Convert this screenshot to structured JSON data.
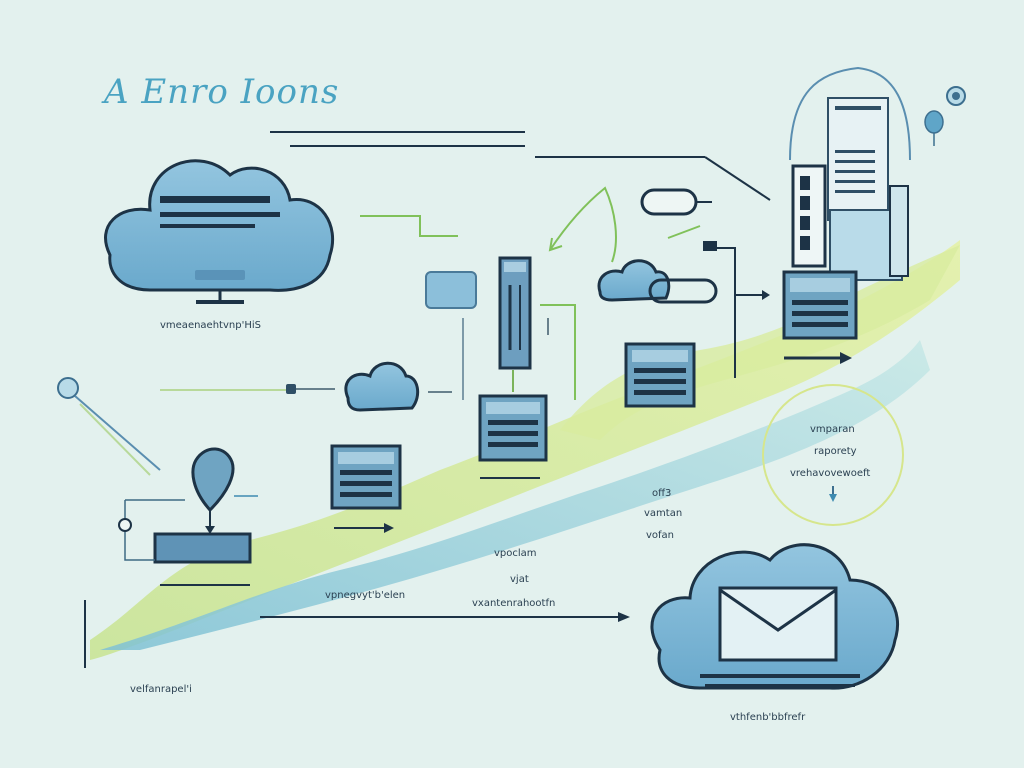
{
  "title": "A Enro Ioons",
  "labels": {
    "cloud_caption": "vmeaenaehtvnp'HiS",
    "bottom_left": "velfanrapel'i",
    "bottom_mid_1": "vpnegvyt'b'elen",
    "bottom_mid_2": "vxantenrahootfn",
    "mid_small_1": "vpoclam",
    "mid_small_2": "vjat",
    "right_1": "vmparan",
    "right_2": "raporety",
    "right_3": "vrehavovewoeft",
    "right_small_1": "off3",
    "right_small_2": "vamtan",
    "right_small_3": "vofan",
    "bottom_right": "vthfenb'bbfrefr"
  },
  "colors": {
    "background": "#e3f1ee",
    "cloud_fill": "#7cb6d4",
    "outline": "#1d3346",
    "green_wave": "#b9dc84",
    "blue_wave": "#8cc7d8",
    "accent": "#4aa3c2"
  }
}
